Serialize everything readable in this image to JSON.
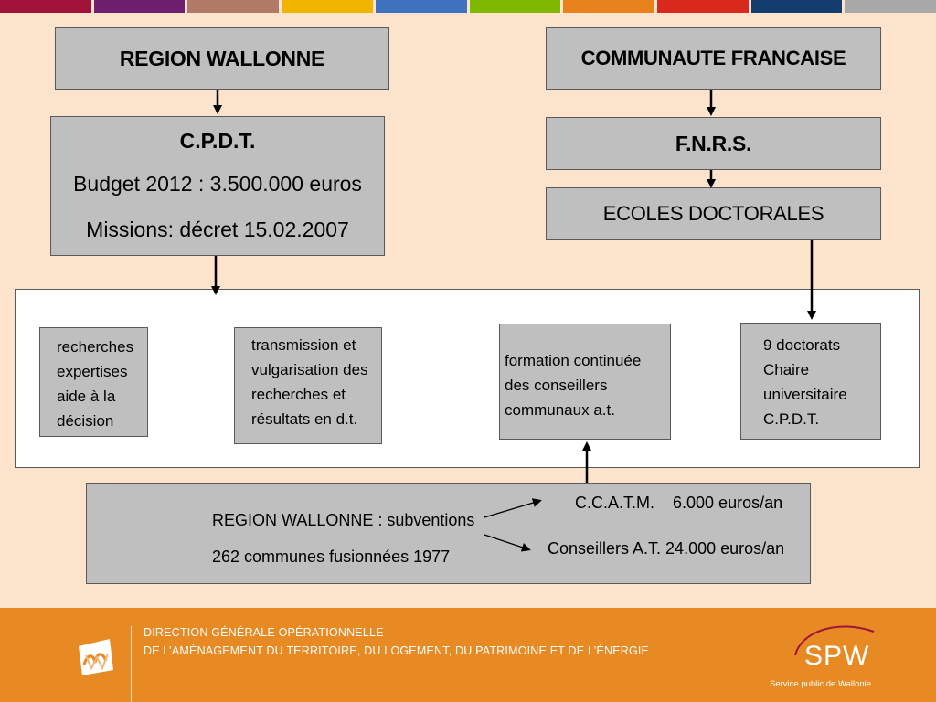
{
  "top_bar": {
    "colors": [
      "#a0143c",
      "#6e1f6e",
      "#b07a67",
      "#f0b400",
      "#3f73c0",
      "#7fb800",
      "#e8821c",
      "#d9281c",
      "#143c6e",
      "#a8a8a8"
    ]
  },
  "nodes": {
    "region_wallonne": "REGION WALLONNE",
    "communaute_francaise": "COMMUNAUTE FRANCAISE",
    "cpdt": {
      "title": "C.P.D.T.",
      "budget": "Budget 2012 : 3.500.000 euros",
      "missions": "Missions: décret 15.02.2007"
    },
    "fnrs": "F.N.R.S.",
    "ecoles_doctorales": "ECOLES DOCTORALES"
  },
  "missions": [
    {
      "lines": [
        "recherches",
        "expertises",
        "aide à la",
        "décision"
      ]
    },
    {
      "lines": [
        "transmission et",
        "vulgarisation des",
        "recherches et",
        "résultats en d.t."
      ]
    },
    {
      "lines": [
        "formation continuée",
        "des conseillers",
        "communaux a.t."
      ]
    },
    {
      "lines": [
        "9 doctorats",
        "Chaire",
        "universitaire",
        "C.P.D.T."
      ]
    }
  ],
  "subventions": {
    "region": "REGION WALLONNE : subventions",
    "communes": "262 communes fusionnées 1977",
    "ccatm": "C.C.A.T.M.    6.000 euros/an",
    "conseillers": "Conseillers A.T. 24.000 euros/an"
  },
  "footer": {
    "line1": "DIRECTION GÉNÉRALE OPÉRATIONNELLE",
    "line2": "DE L’AMÉNAGEMENT DU TERRITOIRE, DU LOGEMENT, DU PATRIMOINE ET DE L’ÉNERGIE",
    "logo_text": "SPW",
    "logo_subtitle": "Service public de Wallonie",
    "bg_color": "#e88a23"
  }
}
